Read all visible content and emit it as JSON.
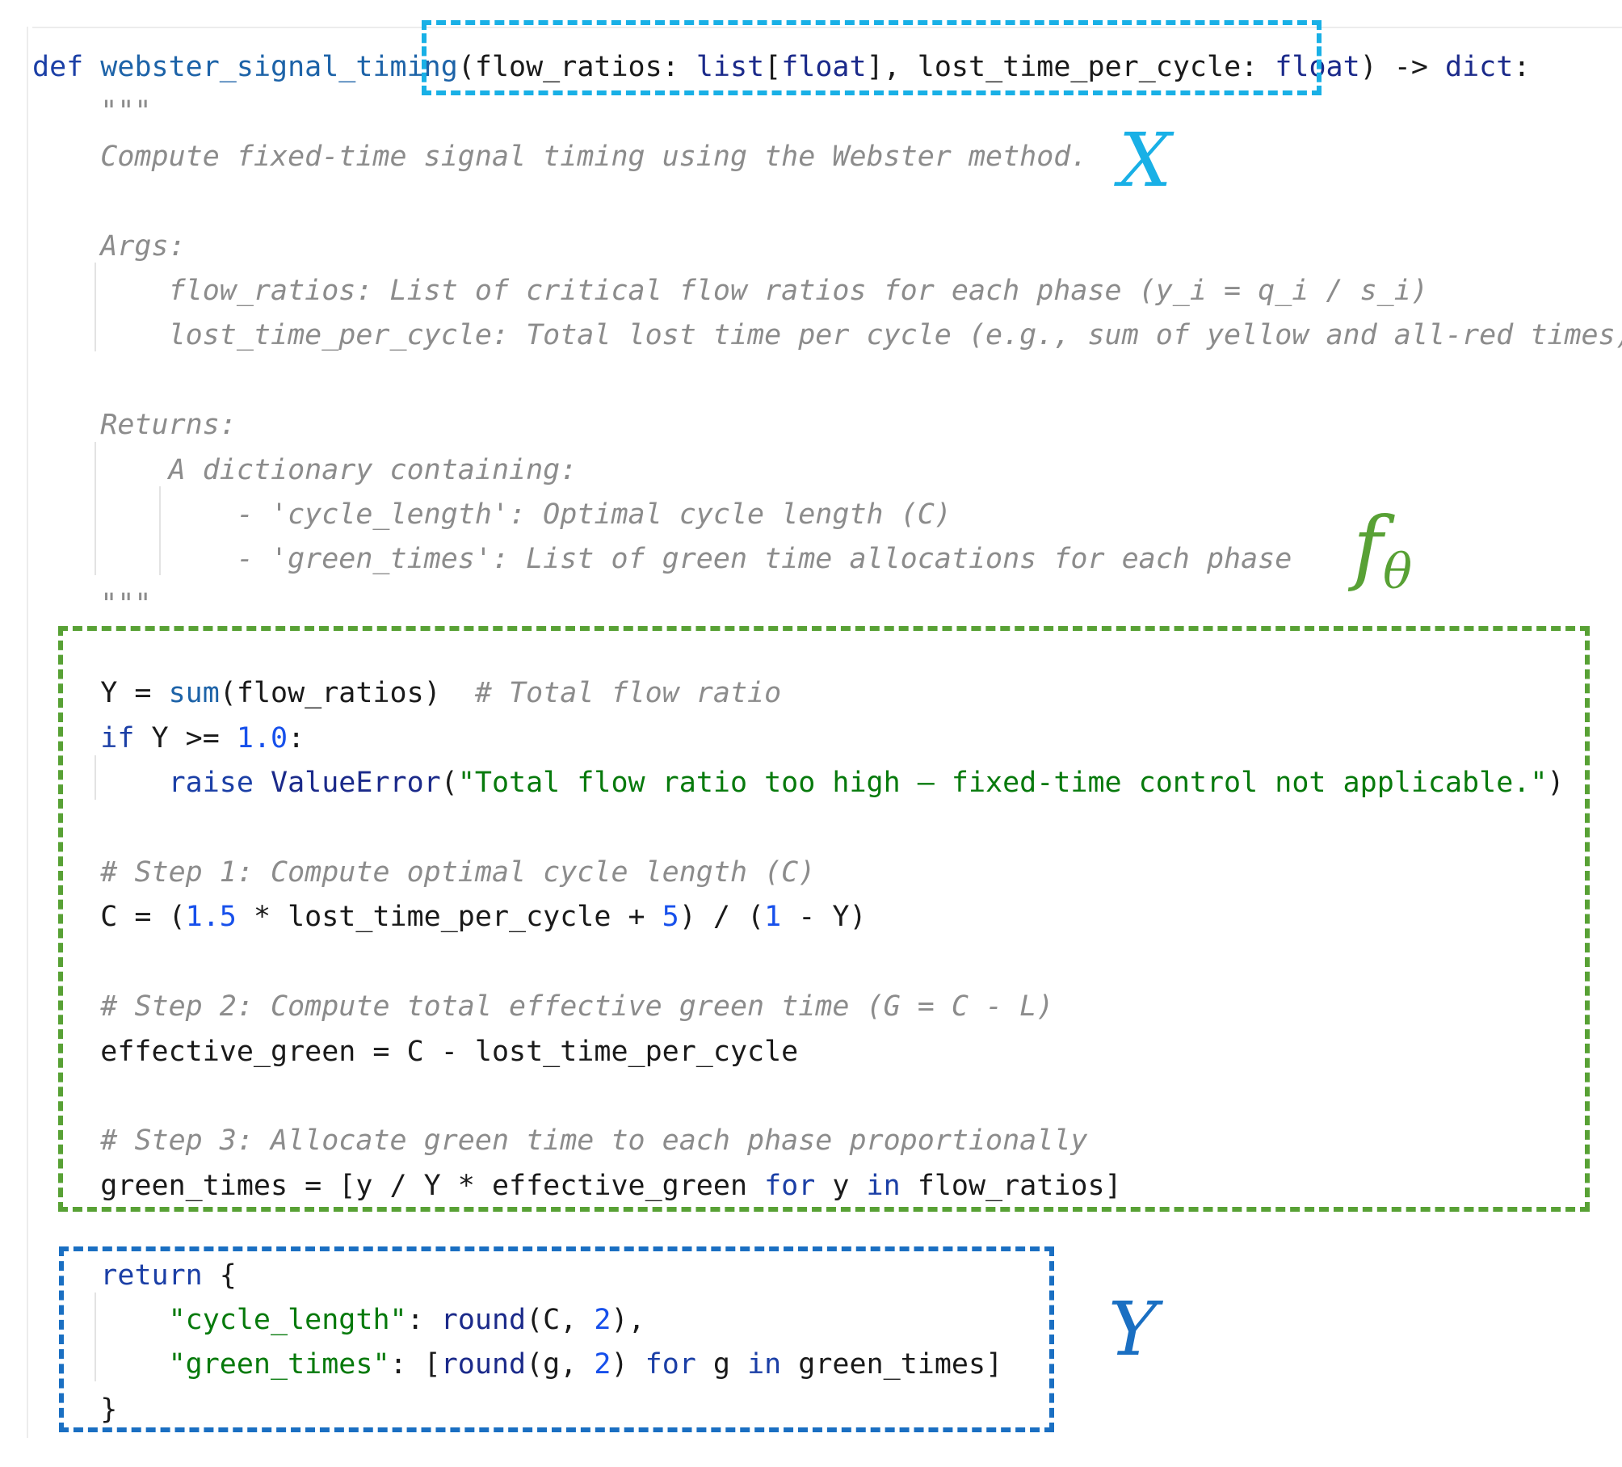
{
  "code": {
    "lines": [
      [
        {
          "t": "def ",
          "c": "kw"
        },
        {
          "t": "webster_signal_timing",
          "c": "fn"
        },
        {
          "t": "(flow_ratios: ",
          "c": ""
        },
        {
          "t": "list",
          "c": "ty"
        },
        {
          "t": "[",
          "c": ""
        },
        {
          "t": "float",
          "c": "ty"
        },
        {
          "t": "], lost_time_per_cycle: ",
          "c": ""
        },
        {
          "t": "float",
          "c": "ty"
        },
        {
          "t": ") -> ",
          "c": ""
        },
        {
          "t": "dict",
          "c": "ty"
        },
        {
          "t": ":",
          "c": ""
        }
      ],
      [
        {
          "t": "    \"\"\"",
          "c": "cm"
        }
      ],
      [
        {
          "t": "    Compute fixed-time signal timing using the Webster method.",
          "c": "cm"
        }
      ],
      [
        {
          "t": "",
          "c": ""
        }
      ],
      [
        {
          "t": "    Args:",
          "c": "cm"
        }
      ],
      [
        {
          "t": "        flow_ratios: List of critical flow ratios for each phase (y_i = q_i / s_i)",
          "c": "cm"
        }
      ],
      [
        {
          "t": "        lost_time_per_cycle: Total lost time per cycle (e.g., sum of yellow and all-red times)",
          "c": "cm"
        }
      ],
      [
        {
          "t": "",
          "c": ""
        }
      ],
      [
        {
          "t": "    Returns:",
          "c": "cm"
        }
      ],
      [
        {
          "t": "        A dictionary containing:",
          "c": "cm"
        }
      ],
      [
        {
          "t": "            - 'cycle_length': Optimal cycle length (C)",
          "c": "cm"
        }
      ],
      [
        {
          "t": "            - 'green_times': List of green time allocations for each phase",
          "c": "cm"
        }
      ],
      [
        {
          "t": "    \"\"\"",
          "c": "cm"
        }
      ],
      [
        {
          "t": "",
          "c": ""
        }
      ],
      [
        {
          "t": "    Y = ",
          "c": ""
        },
        {
          "t": "sum",
          "c": "fn"
        },
        {
          "t": "(flow_ratios)  ",
          "c": ""
        },
        {
          "t": "# Total flow ratio",
          "c": "cm"
        }
      ],
      [
        {
          "t": "    ",
          "c": ""
        },
        {
          "t": "if",
          "c": "kw"
        },
        {
          "t": " Y >= ",
          "c": ""
        },
        {
          "t": "1.0",
          "c": "num"
        },
        {
          "t": ":",
          "c": ""
        }
      ],
      [
        {
          "t": "        ",
          "c": ""
        },
        {
          "t": "raise",
          "c": "kw"
        },
        {
          "t": " ",
          "c": ""
        },
        {
          "t": "ValueError",
          "c": "ty"
        },
        {
          "t": "(",
          "c": ""
        },
        {
          "t": "\"Total flow ratio too high — fixed-time control not applicable.\"",
          "c": "str"
        },
        {
          "t": ")",
          "c": ""
        }
      ],
      [
        {
          "t": "",
          "c": ""
        }
      ],
      [
        {
          "t": "    ",
          "c": ""
        },
        {
          "t": "# Step 1: Compute optimal cycle length (C)",
          "c": "cm"
        }
      ],
      [
        {
          "t": "    C = (",
          "c": ""
        },
        {
          "t": "1.5",
          "c": "num"
        },
        {
          "t": " * lost_time_per_cycle + ",
          "c": ""
        },
        {
          "t": "5",
          "c": "num"
        },
        {
          "t": ") / (",
          "c": ""
        },
        {
          "t": "1",
          "c": "num"
        },
        {
          "t": " - Y)",
          "c": ""
        }
      ],
      [
        {
          "t": "",
          "c": ""
        }
      ],
      [
        {
          "t": "    ",
          "c": ""
        },
        {
          "t": "# Step 2: Compute total effective green time (G = C - L)",
          "c": "cm"
        }
      ],
      [
        {
          "t": "    effective_green = C - lost_time_per_cycle",
          "c": ""
        }
      ],
      [
        {
          "t": "",
          "c": ""
        }
      ],
      [
        {
          "t": "    ",
          "c": ""
        },
        {
          "t": "# Step 3: Allocate green time to each phase proportionally",
          "c": "cm"
        }
      ],
      [
        {
          "t": "    green_times = [y / Y * effective_green ",
          "c": ""
        },
        {
          "t": "for",
          "c": "kw"
        },
        {
          "t": " y ",
          "c": ""
        },
        {
          "t": "in",
          "c": "kw"
        },
        {
          "t": " flow_ratios]",
          "c": ""
        }
      ],
      [
        {
          "t": "",
          "c": ""
        }
      ],
      [
        {
          "t": "    ",
          "c": ""
        },
        {
          "t": "return",
          "c": "kw"
        },
        {
          "t": " {",
          "c": ""
        }
      ],
      [
        {
          "t": "        ",
          "c": ""
        },
        {
          "t": "\"cycle_length\"",
          "c": "str"
        },
        {
          "t": ": ",
          "c": ""
        },
        {
          "t": "round",
          "c": "ty"
        },
        {
          "t": "(C, ",
          "c": ""
        },
        {
          "t": "2",
          "c": "num"
        },
        {
          "t": "),",
          "c": ""
        }
      ],
      [
        {
          "t": "        ",
          "c": ""
        },
        {
          "t": "\"green_times\"",
          "c": "str"
        },
        {
          "t": ": [",
          "c": ""
        },
        {
          "t": "round",
          "c": "ty"
        },
        {
          "t": "(g, ",
          "c": ""
        },
        {
          "t": "2",
          "c": "num"
        },
        {
          "t": ") ",
          "c": ""
        },
        {
          "t": "for",
          "c": "kw"
        },
        {
          "t": " g ",
          "c": ""
        },
        {
          "t": "in",
          "c": "kw"
        },
        {
          "t": " green_times]",
          "c": ""
        }
      ],
      [
        {
          "t": "    }",
          "c": ""
        }
      ]
    ]
  },
  "labels": {
    "x": "X",
    "f": "f",
    "f_sub": "θ",
    "y": "Y"
  },
  "colors": {
    "input_box": "#19b0e6",
    "model_box": "#58a135",
    "output_box": "#1a6fc2"
  }
}
